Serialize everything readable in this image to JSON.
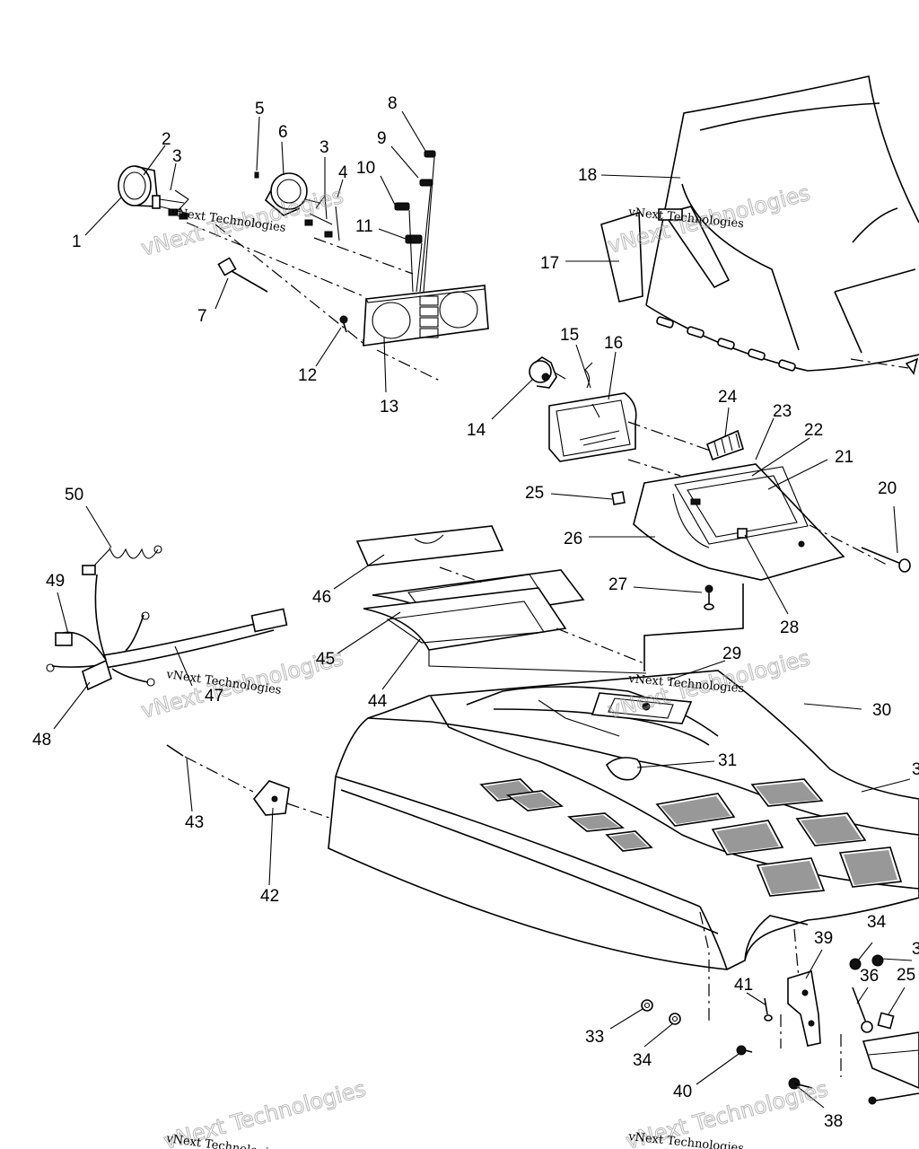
{
  "watermark": {
    "small": "vNext Technologies",
    "large": "vNext Technologies"
  },
  "callouts": {
    "c1": "1",
    "c2": "2",
    "c3a": "3",
    "c3b": "3",
    "c4": "4",
    "c5": "5",
    "c6": "6",
    "c7": "7",
    "c8": "8",
    "c9": "9",
    "c10": "10",
    "c11": "11",
    "c12": "12",
    "c13": "13",
    "c14": "14",
    "c15": "15",
    "c16": "16",
    "c17": "17",
    "c18": "18",
    "c20": "20",
    "c21": "21",
    "c22": "22",
    "c23": "23",
    "c24": "24",
    "c25a": "25",
    "c25b": "25",
    "c26": "26",
    "c27": "27",
    "c28": "28",
    "c29": "29",
    "c30": "30",
    "c31": "31",
    "c32": "3",
    "c33": "33",
    "c34a": "34",
    "c34b": "34",
    "c35": "3",
    "c36": "36",
    "c38": "38",
    "c39": "39",
    "c40": "40",
    "c41": "41",
    "c42": "42",
    "c43": "43",
    "c44": "44",
    "c45": "45",
    "c46": "46",
    "c47": "47",
    "c48": "48",
    "c49": "49",
    "c50": "50"
  }
}
